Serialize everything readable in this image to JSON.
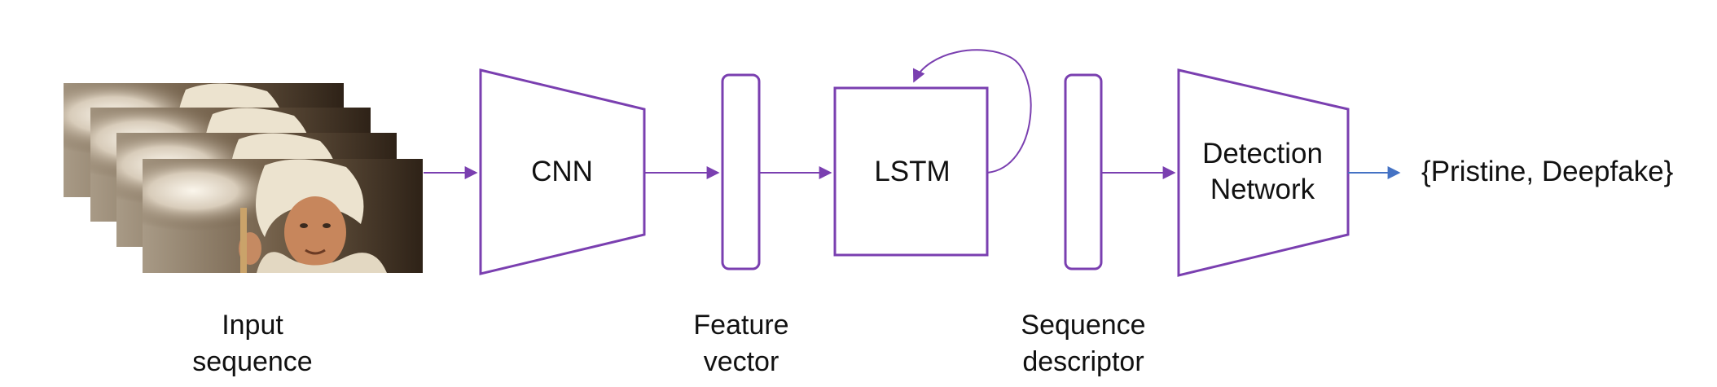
{
  "diagram": {
    "nodes": {
      "cnn": "CNN",
      "lstm": "LSTM",
      "detection_line1": "Detection",
      "detection_line2": "Network",
      "output": "{Pristine, Deepfake}"
    },
    "captions": {
      "input_line1": "Input",
      "input_line2": "sequence",
      "feature_line1": "Feature",
      "feature_line2": "vector",
      "sequence_line1": "Sequence",
      "sequence_line2": "descriptor"
    },
    "input_frame_count": 4,
    "colors": {
      "stroke": "#7a3fb0",
      "output_arrow": "#4472c4",
      "text": "#111111"
    },
    "icons": [
      "arrow-icon",
      "recurrent-loop-icon"
    ]
  }
}
